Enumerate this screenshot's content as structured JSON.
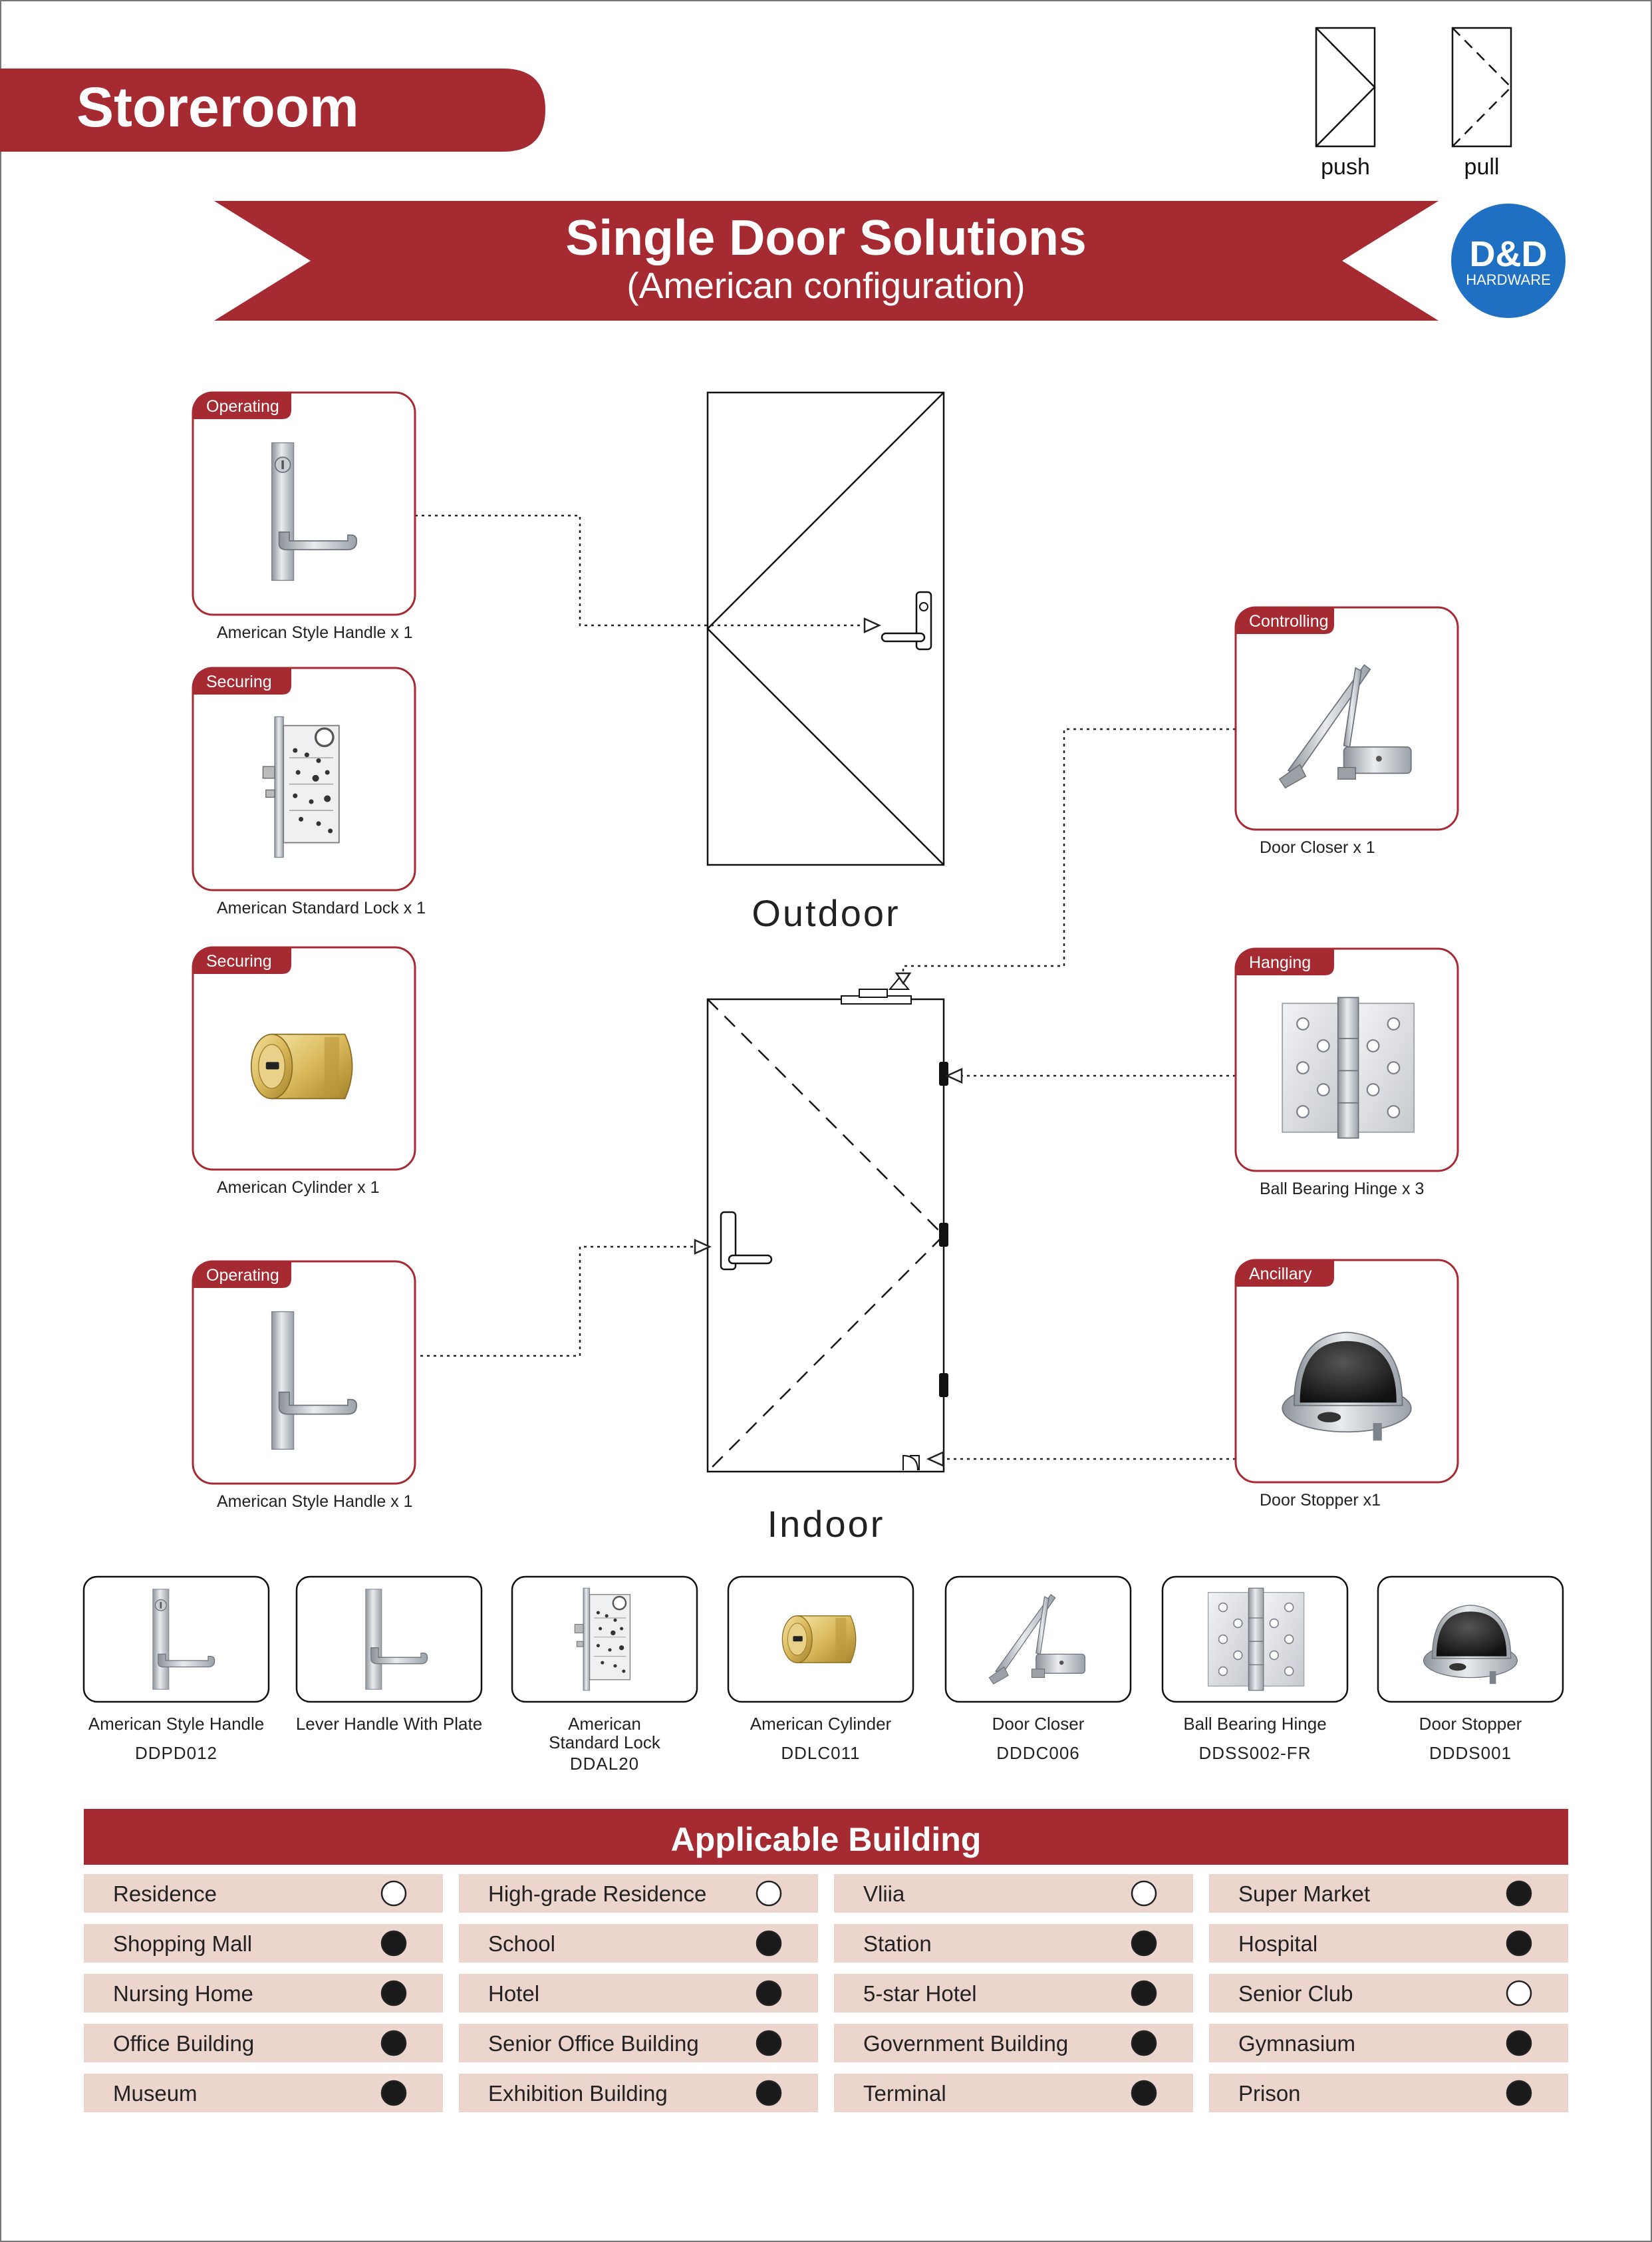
{
  "header": {
    "title": "Storeroom"
  },
  "legend": {
    "push": "push",
    "pull": "pull"
  },
  "banner": {
    "title": "Single Door Solutions",
    "subtitle": "(American configuration)"
  },
  "logo": {
    "text": "D&D",
    "sub": "HARDWARE"
  },
  "colors": {
    "accent": "#a52a32",
    "row_bg": "#ecd5cc",
    "dot": "#1a1a1a"
  },
  "doors": {
    "outdoor": "Outdoor",
    "indoor": "Indoor"
  },
  "components": [
    {
      "tag": "Operating",
      "caption": "American Style Handle x 1",
      "icon": "lever-handle-cylinder-icon"
    },
    {
      "tag": "Securing",
      "caption": "American Standard Lock x 1",
      "icon": "mortise-lock-icon"
    },
    {
      "tag": "Securing",
      "caption": "American Cylinder x 1",
      "icon": "brass-cylinder-icon"
    },
    {
      "tag": "Operating",
      "caption": "American Style Handle x 1",
      "icon": "lever-handle-plate-icon"
    },
    {
      "tag": "Controlling",
      "caption": "Door Closer x 1",
      "icon": "door-closer-icon"
    },
    {
      "tag": "Hanging",
      "caption": "Ball Bearing Hinge x 3",
      "icon": "hinge-icon"
    },
    {
      "tag": "Ancillary",
      "caption": "Door Stopper x1",
      "icon": "door-stopper-icon"
    }
  ],
  "products": [
    {
      "name": "American Style Handle",
      "code": "DDPD012",
      "icon": "lever-handle-cylinder-icon"
    },
    {
      "name": "Lever Handle With Plate",
      "code": "",
      "icon": "lever-handle-plate-icon"
    },
    {
      "name": "American Standard Lock",
      "code": "DDAL20",
      "icon": "mortise-lock-icon"
    },
    {
      "name": "American Cylinder",
      "code": "DDLC011",
      "icon": "brass-cylinder-icon"
    },
    {
      "name": "Door Closer",
      "code": "DDDC006",
      "icon": "door-closer-icon"
    },
    {
      "name": "Ball Bearing Hinge",
      "code": "DDSS002-FR",
      "icon": "hinge-icon"
    },
    {
      "name": "Door Stopper",
      "code": "DDDS001",
      "icon": "door-stopper-icon"
    }
  ],
  "buildings": {
    "title": "Applicable Building",
    "columns": [
      [
        {
          "name": "Residence",
          "applicable": false
        },
        {
          "name": "Shopping Mall",
          "applicable": true
        },
        {
          "name": "Nursing Home",
          "applicable": true
        },
        {
          "name": "Office Building",
          "applicable": true
        },
        {
          "name": "Museum",
          "applicable": true
        }
      ],
      [
        {
          "name": "High-grade Residence",
          "applicable": false
        },
        {
          "name": "School",
          "applicable": true
        },
        {
          "name": "Hotel",
          "applicable": true
        },
        {
          "name": "Senior Office Building",
          "applicable": true
        },
        {
          "name": "Exhibition Building",
          "applicable": true
        }
      ],
      [
        {
          "name": "Vliia",
          "applicable": false
        },
        {
          "name": "Station",
          "applicable": true
        },
        {
          "name": "5-star Hotel",
          "applicable": true
        },
        {
          "name": "Government Building",
          "applicable": true
        },
        {
          "name": "Terminal",
          "applicable": true
        }
      ],
      [
        {
          "name": "Super Market",
          "applicable": true
        },
        {
          "name": "Hospital",
          "applicable": true
        },
        {
          "name": "Senior Club",
          "applicable": false
        },
        {
          "name": "Gymnasium",
          "applicable": true
        },
        {
          "name": "Prison",
          "applicable": true
        }
      ]
    ]
  }
}
